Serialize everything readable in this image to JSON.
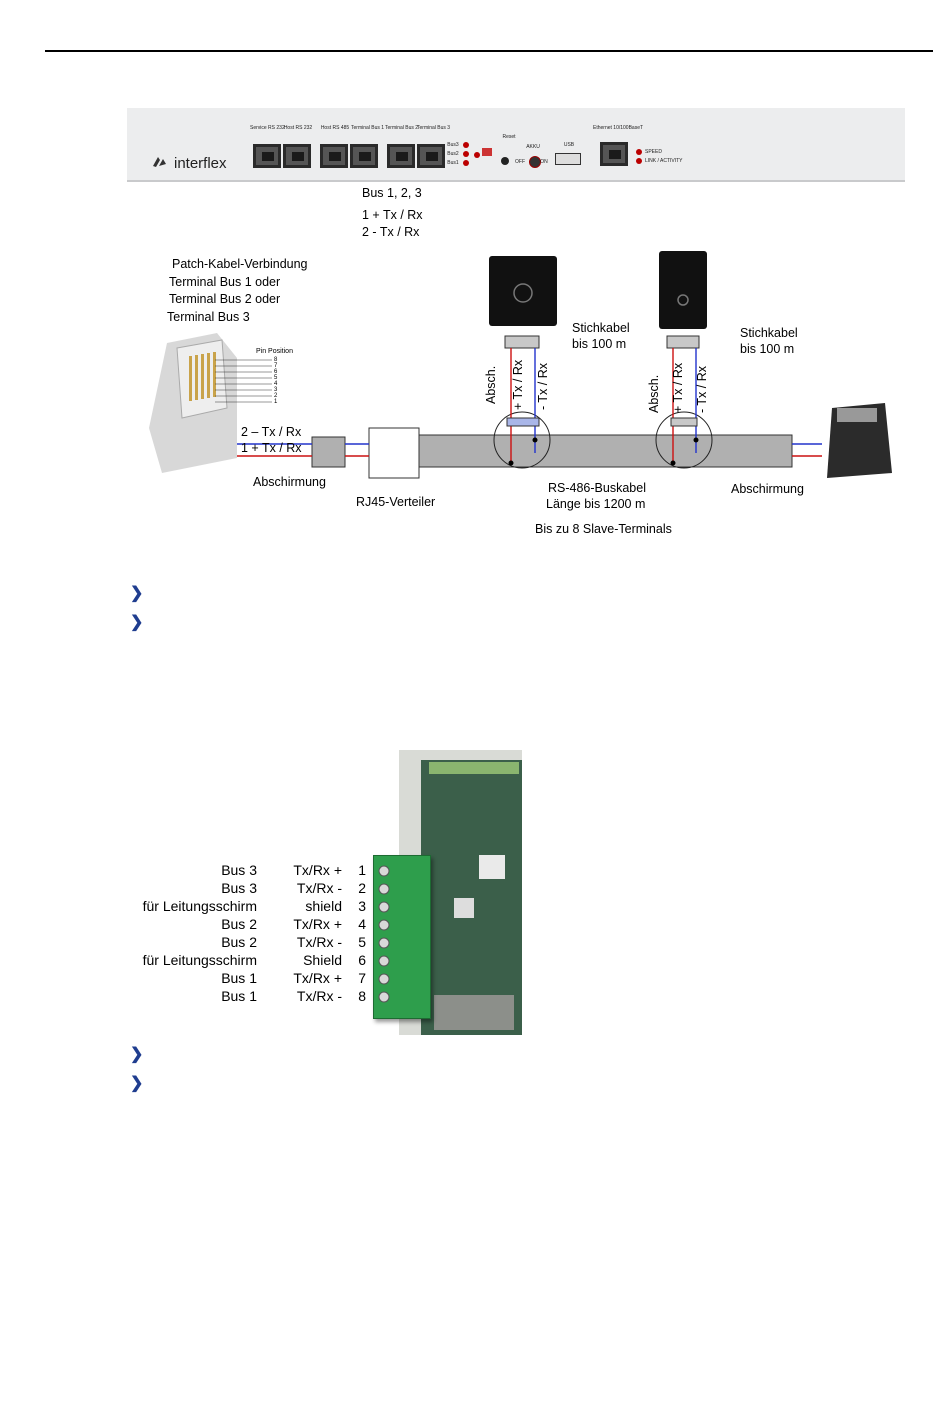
{
  "device": {
    "brand": "interflex",
    "port_labels": [
      "Service RS 232",
      "Host RS 232",
      "Host RS 485",
      "Terminal Bus 1",
      "Terminal Bus 2",
      "Terminal Bus 3"
    ],
    "bus_leds": [
      "Bus3",
      "Bus2",
      "Bus1"
    ],
    "akku_label": "AKKU",
    "off_label": "OFF",
    "on_label": "ON",
    "usb_label": "USB",
    "reset_label": "Reset",
    "ethernet_label": "Ethernet 10/100BaseT",
    "speed_label": "SPEED",
    "link_label": "LINK / ACTIVITY"
  },
  "diagram": {
    "bus_header": "Bus 1, 2, 3",
    "bus_line1": "1 + Tx / Rx",
    "bus_line2": "2  - Tx / Rx",
    "patch_lines": [
      "Patch-Kabel-Verbindung",
      "Terminal Bus 1 oder",
      "Terminal Bus 2 oder",
      "Terminal Bus 3"
    ],
    "pin_position": "Pin Position",
    "pins": [
      "8",
      "7",
      "6",
      "5",
      "4",
      "3",
      "2",
      "1"
    ],
    "wire_minus": "2 – Tx / Rx",
    "wire_plus": "1 + Tx / Rx",
    "shield_left": "Abschirmung",
    "distributor": "RJ45-Verteiler",
    "stub1": "Stichkabel bis 100 m",
    "stub2": "Stichkabel bis 100 m",
    "absch": "Absch.",
    "plus_txrx": "+ Tx / Rx",
    "minus_txrx": "- Tx / Rx",
    "buskabel": "RS-486-Buskabel",
    "laenge": "Länge bis 1200 m",
    "shield_right": "Abschirmung",
    "slave": "Bis zu 8 Slave-Terminals"
  },
  "terminal_rows": [
    {
      "bus": "Bus 3",
      "signal": "Tx/Rx +",
      "pin": "1"
    },
    {
      "bus": "Bus 3",
      "signal": "Tx/Rx -",
      "pin": "2"
    },
    {
      "bus": "für Leitungsschirm",
      "signal": "shield",
      "pin": "3"
    },
    {
      "bus": "Bus 2",
      "signal": "Tx/Rx +",
      "pin": "4"
    },
    {
      "bus": "Bus 2",
      "signal": "Tx/Rx -",
      "pin": "5"
    },
    {
      "bus": "für Leitungsschirm",
      "signal": "Shield",
      "pin": "6"
    },
    {
      "bus": "Bus 1",
      "signal": "Tx/Rx +",
      "pin": "7"
    },
    {
      "bus": "Bus 1",
      "signal": "Tx/Rx -",
      "pin": "8"
    }
  ],
  "colors": {
    "accent_blue": "#1f3d8f",
    "wire_red": "#cc1111",
    "wire_blue": "#2233cc",
    "terminal_green": "#2e9e4c"
  }
}
